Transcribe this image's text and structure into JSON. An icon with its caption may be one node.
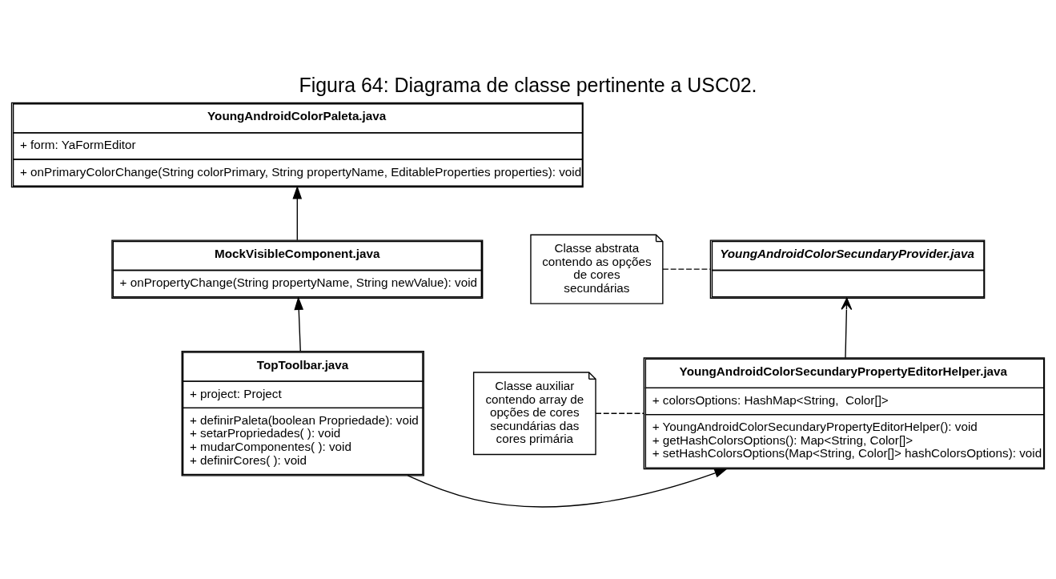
{
  "diagram": {
    "title": "Figura 64: Diagrama de classe pertinente a USC02.",
    "nodes": [
      {
        "text": [
          "YoungAndroidColorPaleta.java",
          "+ form: YaFormEditor",
          "+ onPrimaryColorChange(String colorPrimary, String propertyName, EditableProperties properties): void"
        ]
      },
      {
        "text": [
          "MockVisibleComponent.java",
          "+ onPropertyChange(String propertyName, String newValue): void"
        ]
      },
      {
        "text": [
          "YoungAndroidColorSecundaryProvider.java"
        ]
      },
      {
        "text": [
          "Classe abstrata contendo as opções de cores secundárias"
        ]
      },
      {
        "text": [
          "TopToolbar.java",
          "+ project: Project",
          "+ definirPaleta(boolean Propriedade): void",
          "+ setarPropriedades( ): void",
          "+ mudarComponentes( ): void",
          "+ definirCores( ): void"
        ]
      },
      {
        "text": [
          "YoungAndroidColorSecundaryPropertyEditorHelper.java",
          "+ colorsOptions: HashMap<String,  Color[]>",
          "+ YoungAndroidColorSecundaryPropertyEditorHelper(): void",
          "+ getHashColorsOptions(): Map<String, Color[]>",
          "+ setHashColorsOptions(Map<String, Color[]> hashColorsOptions): void"
        ]
      },
      {
        "text": [
          "Classe auxiliar contendo array de opções de cores secundárias das cores primária"
        ]
      }
    ],
    "edges": [
      {
        "from": 1,
        "to": 0,
        "arrow": "to"
      },
      {
        "from": 4,
        "to": 1,
        "arrow": "to"
      },
      {
        "from": 5,
        "to": 2,
        "arrow": "to"
      },
      {
        "from": 4,
        "to": 5,
        "arrow": "to"
      },
      {
        "from": 3,
        "to": 2,
        "arrow": "none",
        "style": "dashed"
      },
      {
        "from": 6,
        "to": 5,
        "arrow": "none",
        "style": "dashed"
      }
    ]
  }
}
